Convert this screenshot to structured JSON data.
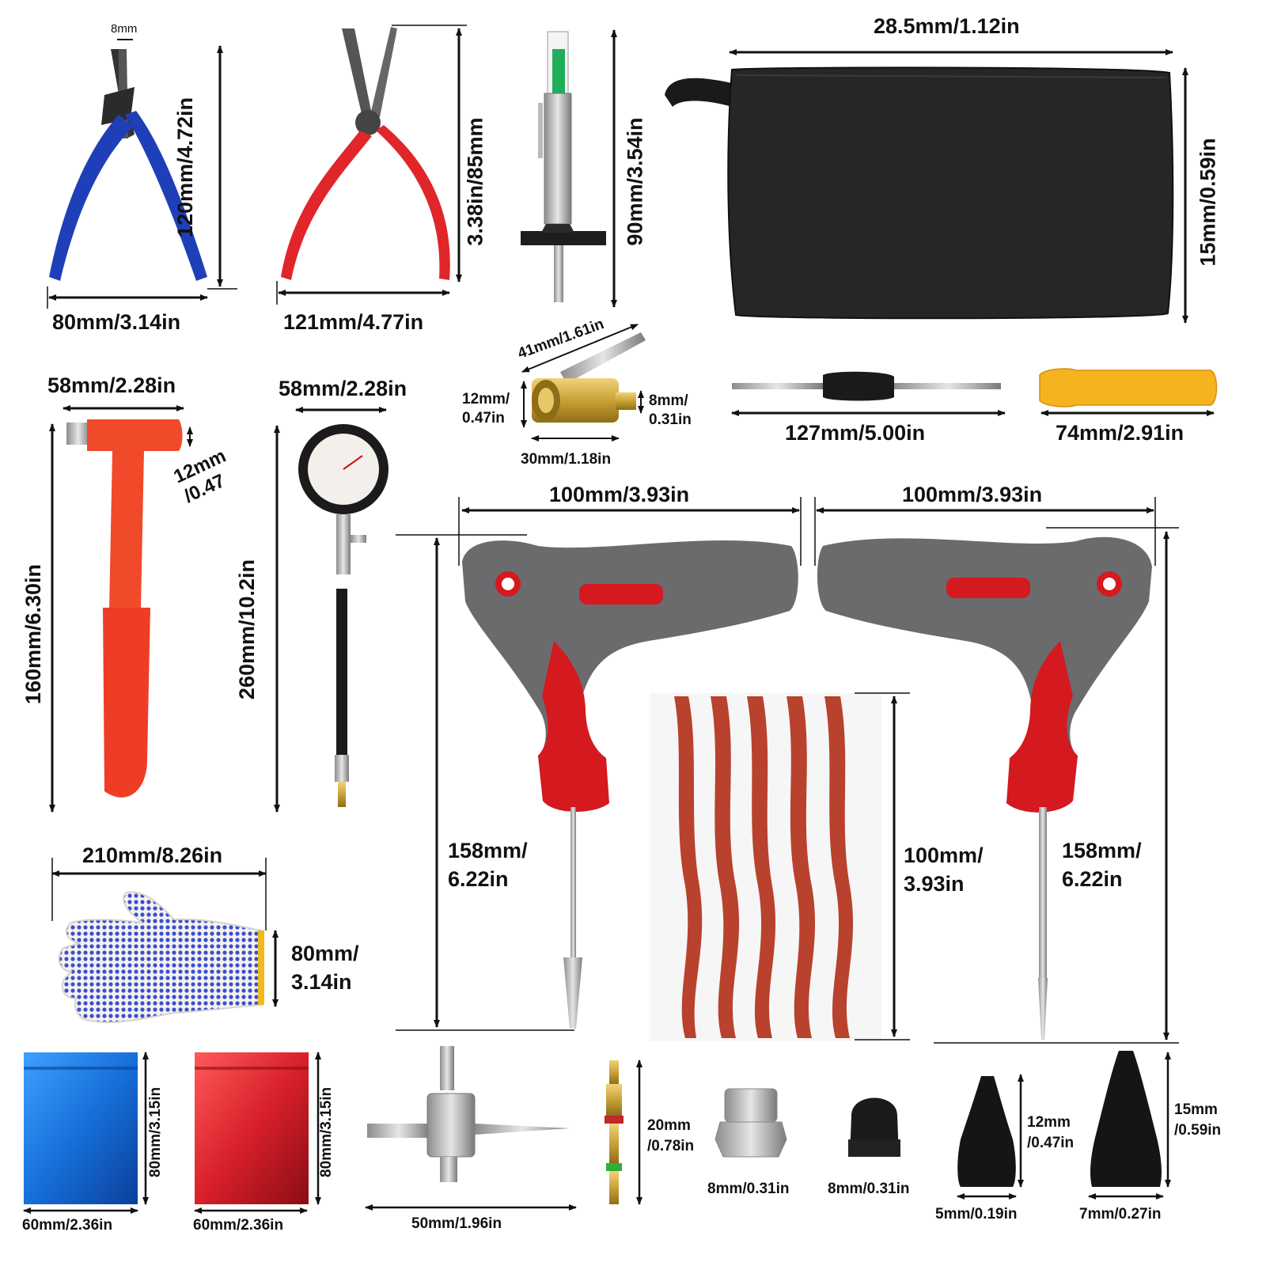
{
  "labels": {
    "cutter_top": "8mm",
    "cutter_height": "120mm/4.72in",
    "cutter_width": "80mm/3.14in",
    "pliers_height": "3.38in/85mm",
    "pliers_width": "121mm/4.77in",
    "gauge_height": "90mm/3.54in",
    "bag_width": "28.5mm/1.12in",
    "bag_height": "15mm/0.59in",
    "chuck_diag": "41mm/1.61in",
    "chuck_left_1": "12mm/",
    "chuck_left_2": "0.47in",
    "chuck_right_1": "8mm/",
    "chuck_right_2": "0.31in",
    "chuck_bottom": "30mm/1.18in",
    "screwdriver_width": "127mm/5.00in",
    "handle_width": "74mm/2.91in",
    "hammer_width": "58mm/2.28in",
    "hammer_head_1": "12mm",
    "hammer_head_2": "/0.47",
    "hammer_height": "160mm/6.30in",
    "pgauge_width": "58mm/2.28in",
    "pgauge_height": "260mm/10.2in",
    "tool1_width": "100mm/3.93in",
    "tool2_width": "100mm/3.93in",
    "tool1_height_1": "158mm/",
    "tool1_height_2": "6.22in",
    "strips_height_1": "100mm/",
    "strips_height_2": "3.93in",
    "tool2_height_1": "158mm/",
    "tool2_height_2": "6.22in",
    "glove_width": "210mm/8.26in",
    "glove_height_1": "80mm/",
    "glove_height_2": "3.14in",
    "bag_blue_height": "80mm/3.15in",
    "bag_blue_width": "60mm/2.36in",
    "bag_red_height": "80mm/3.15in",
    "bag_red_width": "60mm/2.36in",
    "valvetool_width": "50mm/1.96in",
    "core_height_1": "20mm",
    "core_height_2": "/0.78in",
    "cap_metal_width": "8mm/0.31in",
    "cap_black_width": "8mm/0.31in",
    "plug_small_height_1": "12mm",
    "plug_small_height_2": "/0.47in",
    "plug_small_width": "5mm/0.19in",
    "plug_large_height_1": "15mm",
    "plug_large_height_2": "/0.59in",
    "plug_large_width": "7mm/0.27in"
  },
  "colors": {
    "cutter_handle": "#1f3fb8",
    "pliers_handle": "#e0262a",
    "tread_gauge_scale": "#1fae5a",
    "pouch": "#262626",
    "screwdriver_handle": "#1a1a1a",
    "yellow_handle": "#f5b31e",
    "hammer": "#f04a2a",
    "gauge_dial": "#f3f0ec",
    "tool_grip_grey": "#6b6b6d",
    "tool_grip_red": "#d4191f",
    "repair_strip": "#b8422e",
    "glove_dots": "#3a4fcf",
    "bag_blue": "#1670d9",
    "bag_red": "#d8202a",
    "brass": "#c9a236",
    "rubber_plug": "#151515"
  }
}
